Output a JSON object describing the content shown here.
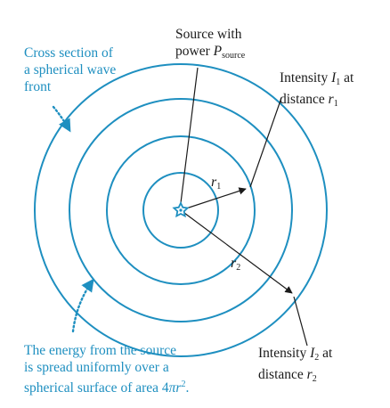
{
  "source_label": {
    "line1": "Source with",
    "line2_prefix": "power ",
    "symbol": "P",
    "subscript": "source"
  },
  "wavefront_label": {
    "line1": "Cross section of",
    "line2": "a spherical wave",
    "line3": "front"
  },
  "intensity1_label": {
    "line1_prefix": "Intensity ",
    "symbol": "I",
    "subscript": "1",
    "line1_suffix": " at",
    "line2_prefix": "distance ",
    "distance_symbol": "r",
    "distance_subscript": "1"
  },
  "intensity2_label": {
    "line1_prefix": "Intensity ",
    "symbol": "I",
    "subscript": "2",
    "line1_suffix": " at",
    "line2_prefix": "distance ",
    "distance_symbol": "r",
    "distance_subscript": "2"
  },
  "r1_label": {
    "symbol": "r",
    "subscript": "1"
  },
  "r2_label": {
    "symbol": "r",
    "subscript": "2"
  },
  "energy_label": {
    "line1": "The energy from the source",
    "line2": "is spread uniformly over a",
    "line3_prefix": "spherical surface of area 4",
    "pi": "π",
    "r": "r",
    "exponent": "2",
    "line3_suffix": "."
  },
  "colors": {
    "wavefront": "#1e8fc0",
    "source_star": "#1e8fc0",
    "label_blue": "#1e8fc0",
    "line": "#1a1a1a"
  }
}
